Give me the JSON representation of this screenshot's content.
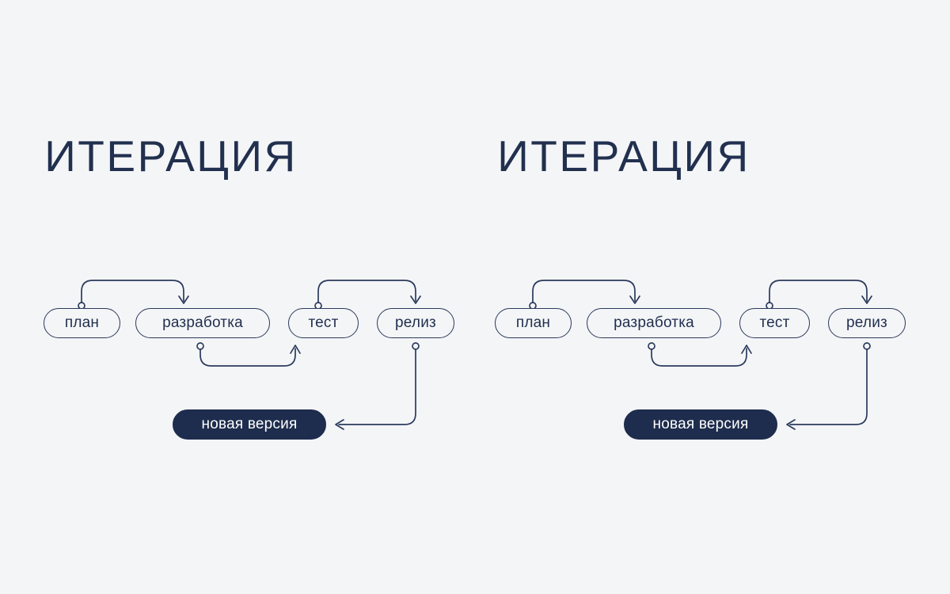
{
  "canvas": {
    "background_color": "#f4f5f7",
    "stroke_color": "#2b3a5c",
    "text_color": "#22304f",
    "accent_dark": "#1e2d4d",
    "badge_text_color": "#ffffff"
  },
  "panels": [
    {
      "id": "iteration-1",
      "title": "ИТЕРАЦИЯ",
      "nodes": {
        "plan": "план",
        "development": "разработка",
        "test": "тест",
        "release": "релиз",
        "new_version": "новая версия"
      }
    },
    {
      "id": "iteration-2",
      "title": "ИТЕРАЦИЯ",
      "nodes": {
        "plan": "план",
        "development": "разработка",
        "test": "тест",
        "release": "релиз",
        "new_version": "новая версия"
      }
    }
  ]
}
